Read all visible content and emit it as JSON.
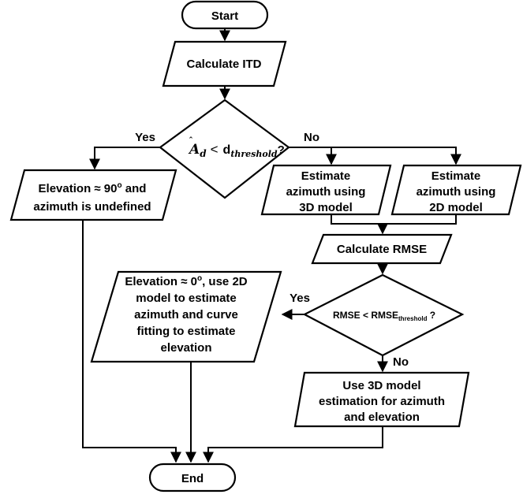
{
  "flowchart": {
    "start": "Start",
    "calc_itd": "Calculate ITD",
    "decision1": {
      "hat_symbol": "A",
      "subscript_d": "d",
      "lt": "<",
      "threshold_symbol": "d",
      "threshold_subscript": "threshold",
      "question": "?"
    },
    "yes1": "Yes",
    "no1": "No",
    "elev90": {
      "line1_pre": "Elevation ≈ 90",
      "line1_sup": "o",
      "line1_post": " and",
      "line2": "azimuth is undefined"
    },
    "est3d": {
      "line1": "Estimate",
      "line2": "azimuth using",
      "line3": "3D model"
    },
    "est2d": {
      "line1": "Estimate",
      "line2": "azimuth using",
      "line3": "2D model"
    },
    "calc_rmse": "Calculate RMSE",
    "decision2": {
      "pre": "RMSE < RMSE",
      "sub": "threshold",
      "post": " ?"
    },
    "yes2": "Yes",
    "no2": "No",
    "elev0": {
      "line1_pre": "Elevation ≈ 0",
      "line1_sup": "o",
      "line1_post": ", use 2D",
      "line2": "model to estimate",
      "line3": "azimuth and curve",
      "line4": "fitting to estimate",
      "line5": "elevation"
    },
    "use3d": {
      "line1": "Use 3D model",
      "line2": "estimation for azimuth",
      "line3": "and elevation"
    },
    "end": "End"
  }
}
